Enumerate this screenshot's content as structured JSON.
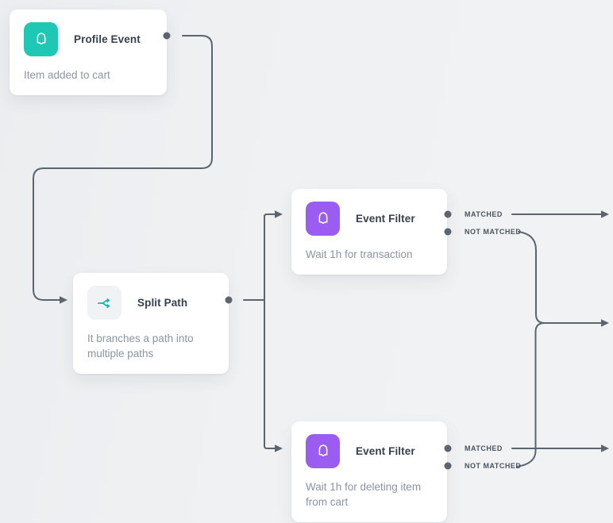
{
  "app": {
    "view": "workflow-canvas"
  },
  "colors": {
    "background": "#eef0f2",
    "card": "#ffffff",
    "connector": "#5b6570",
    "title_text": "#36414d",
    "subtitle_text": "#8b95a1",
    "branch_label_text": "#4a555f",
    "teal_accent": "#1fc7b5",
    "purple_accent": "#9a5cf1",
    "gray_icon_bg": "#f0f2f4"
  },
  "nodes": [
    {
      "title": "Profile Event",
      "subtitle": "Item added to cart",
      "icon": "bell-icon",
      "icon_bg": "#1fc7b5"
    },
    {
      "title": "Split Path",
      "subtitle": "It branches a path into multiple paths",
      "icon": "split-path-icon",
      "icon_bg": "#f0f2f4"
    },
    {
      "title": "Event Filter",
      "subtitle": "Wait 1h for transaction",
      "icon": "bell-icon",
      "icon_bg": "#9a5cf1"
    },
    {
      "title": "Event Filter",
      "subtitle": "Wait 1h for deleting item from cart",
      "icon": "bell-icon",
      "icon_bg": "#9a5cf1"
    }
  ],
  "branches": {
    "top_filter": {
      "matched": "MATCHED",
      "not_matched": "NOT MATCHED"
    },
    "bottom_filter": {
      "matched": "MATCHED",
      "not_matched": "NOT MATCHED"
    }
  }
}
